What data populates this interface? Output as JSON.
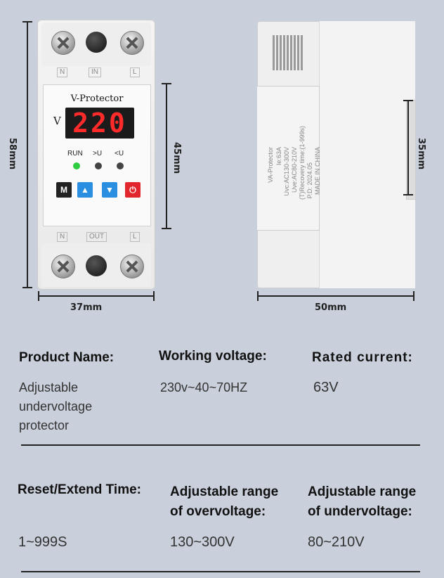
{
  "dimensions": {
    "height_front": "58mm",
    "width_front": "37mm",
    "panel_height": "45mm",
    "depth_side": "50mm",
    "rail_height": "35mm"
  },
  "device": {
    "brand": "V-Protector",
    "display_unit": "V",
    "display_value": "220",
    "indicators": [
      "RUN",
      ">U",
      "<U"
    ],
    "buttons": {
      "mode": "M"
    },
    "top_terminals": [
      "N",
      "IN",
      "L"
    ],
    "bottom_terminals": [
      "N",
      "OUT",
      "L"
    ],
    "side_label_lines": [
      "VA-Protector",
      "Ie:63A",
      "Uvc:AC130-300V",
      "Uve:AC80-210V",
      "(T)Recovery time:(1-999s)",
      "P.D: 2024.05",
      "MADE IN CHINA"
    ],
    "colors": {
      "display_red": "#ff2b2b",
      "run_led": "#2ecc40",
      "up_blue": "#2a8fe0",
      "power_red": "#e2262d"
    }
  },
  "specs": {
    "row1": [
      {
        "label": "Product Name:",
        "value": [
          "Adjustable",
          "undervoltage",
          "protector"
        ]
      },
      {
        "label": "Working voltage:",
        "value": [
          "230v~40~70HZ"
        ]
      },
      {
        "label": "Rated current:",
        "value": [
          "63V"
        ]
      }
    ],
    "row2": [
      {
        "label": [
          "Reset/Extend Time:"
        ],
        "value": "1~999S"
      },
      {
        "label": [
          "Adjustable range",
          "of overvoltage:"
        ],
        "value": "130~300V"
      },
      {
        "label": [
          "Adjustable range",
          "of undervoltage:"
        ],
        "value": "80~210V"
      }
    ]
  }
}
